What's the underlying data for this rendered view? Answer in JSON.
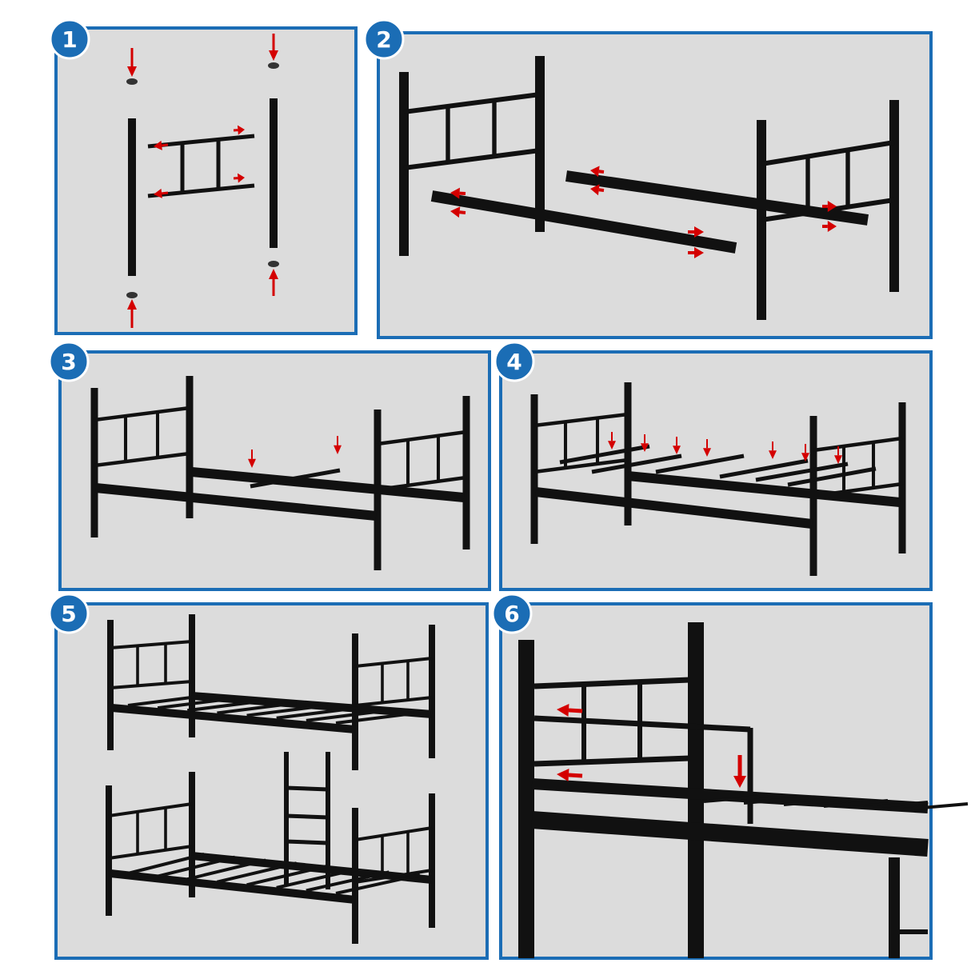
{
  "colors": {
    "panel_border": "#1b6db5",
    "panel_background": "#dcdcdc",
    "frame": "#111111",
    "arrow": "#d40000",
    "badge": "#1b6db5"
  },
  "steps": [
    {
      "number": "1"
    },
    {
      "number": "2"
    },
    {
      "number": "3"
    },
    {
      "number": "4"
    },
    {
      "number": "5"
    },
    {
      "number": "6"
    }
  ]
}
